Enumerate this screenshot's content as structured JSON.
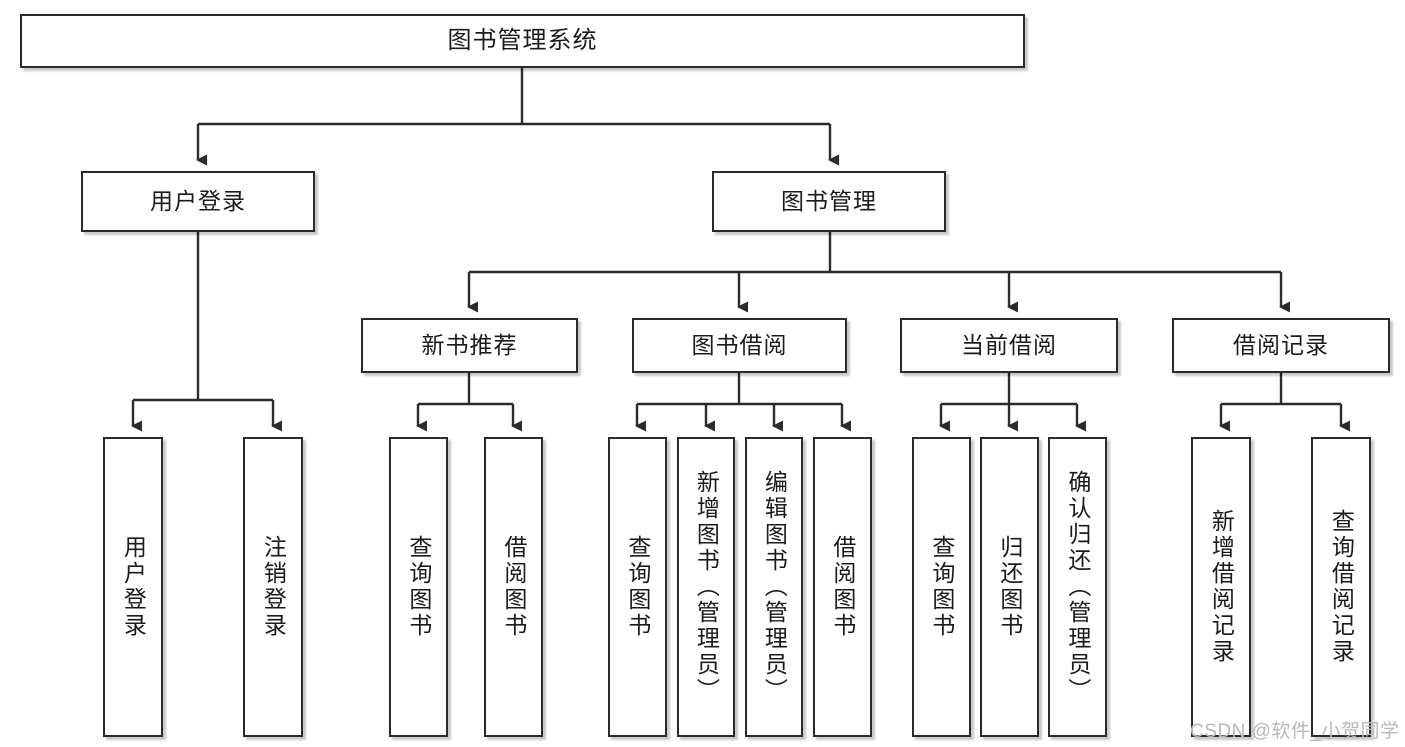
{
  "diagram": {
    "type": "tree",
    "title": "图书管理系统",
    "watermark": "CSDN @软件_小贺同学",
    "colors": {
      "stroke": "#2b2b2b",
      "fill": "#ffffff",
      "text": "#1b1b1b",
      "watermark": "#b9b9b9"
    },
    "nodes": {
      "root": {
        "label": "图书管理系统"
      },
      "level2": [
        {
          "id": "user-login",
          "label": "用户登录"
        },
        {
          "id": "book-manage",
          "label": "图书管理"
        }
      ],
      "level3": [
        {
          "id": "new-book-recommend",
          "label": "新书推荐"
        },
        {
          "id": "book-borrow",
          "label": "图书借阅"
        },
        {
          "id": "current-borrow",
          "label": "当前借阅"
        },
        {
          "id": "borrow-record",
          "label": "借阅记录"
        }
      ],
      "leaves": [
        {
          "id": "leaf-user-login",
          "label": "用户登录",
          "parent": "user-login"
        },
        {
          "id": "leaf-logout",
          "label": "注销登录",
          "parent": "user-login"
        },
        {
          "id": "leaf-query-book-1",
          "label": "查询图书",
          "parent": "new-book-recommend"
        },
        {
          "id": "leaf-borrow-book-1",
          "label": "借阅图书",
          "parent": "new-book-recommend"
        },
        {
          "id": "leaf-query-book-2",
          "label": "查询图书",
          "parent": "book-borrow"
        },
        {
          "id": "leaf-add-book",
          "label": "新增图书（管理员）",
          "parent": "book-borrow"
        },
        {
          "id": "leaf-edit-book",
          "label": "编辑图书（管理员）",
          "parent": "book-borrow"
        },
        {
          "id": "leaf-borrow-book-2",
          "label": "借阅图书",
          "parent": "book-borrow"
        },
        {
          "id": "leaf-query-book-3",
          "label": "查询图书",
          "parent": "current-borrow"
        },
        {
          "id": "leaf-return-book",
          "label": "归还图书",
          "parent": "current-borrow"
        },
        {
          "id": "leaf-confirm-return",
          "label": "确认归还（管理员）",
          "parent": "current-borrow"
        },
        {
          "id": "leaf-add-record",
          "label": "新增借阅记录",
          "parent": "borrow-record"
        },
        {
          "id": "leaf-query-record",
          "label": "查询借阅记录",
          "parent": "borrow-record"
        }
      ]
    }
  }
}
